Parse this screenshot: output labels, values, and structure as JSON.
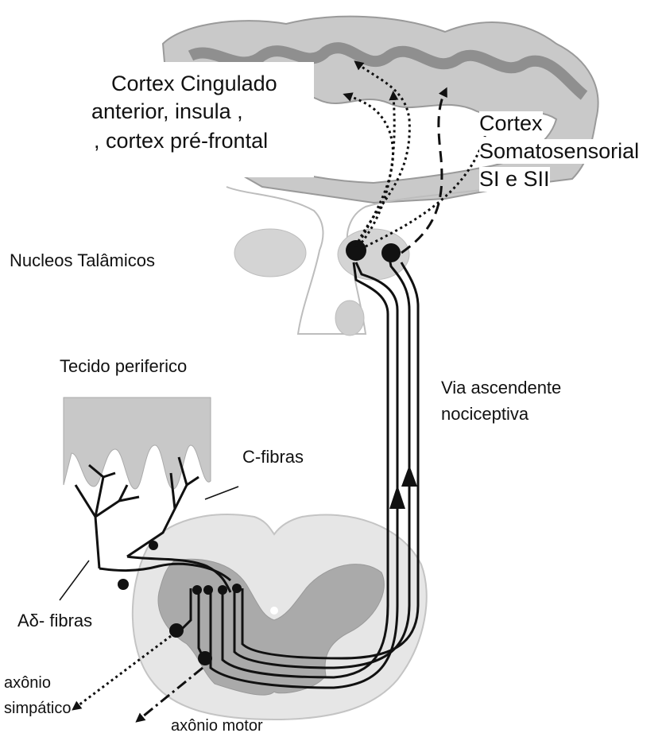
{
  "labels": {
    "cortex_cingulado_line1": "Cortex",
    "cortex_cingulado_line1b": "Cingulado",
    "cortex_cingulado_line2": "anterior, insula ,",
    "cortex_cingulado_line3": ", cortex pré-frontal",
    "cortex_somato_line1": "Cortex",
    "cortex_somato_line2": "Somatosensorial",
    "cortex_somato_line3": "SI e SII",
    "nucleos": "Nucleos Talâmicos",
    "tecido": "Tecido periferico",
    "via_line1": "Via ascendente",
    "via_line2": "nociceptiva",
    "c_fibras": "C-fibras",
    "a_delta": "Aδ- fibras",
    "axonio_simp_line1": "axônio",
    "axonio_simp_line2": "simpático",
    "axonio_motor": "axônio motor"
  }
}
